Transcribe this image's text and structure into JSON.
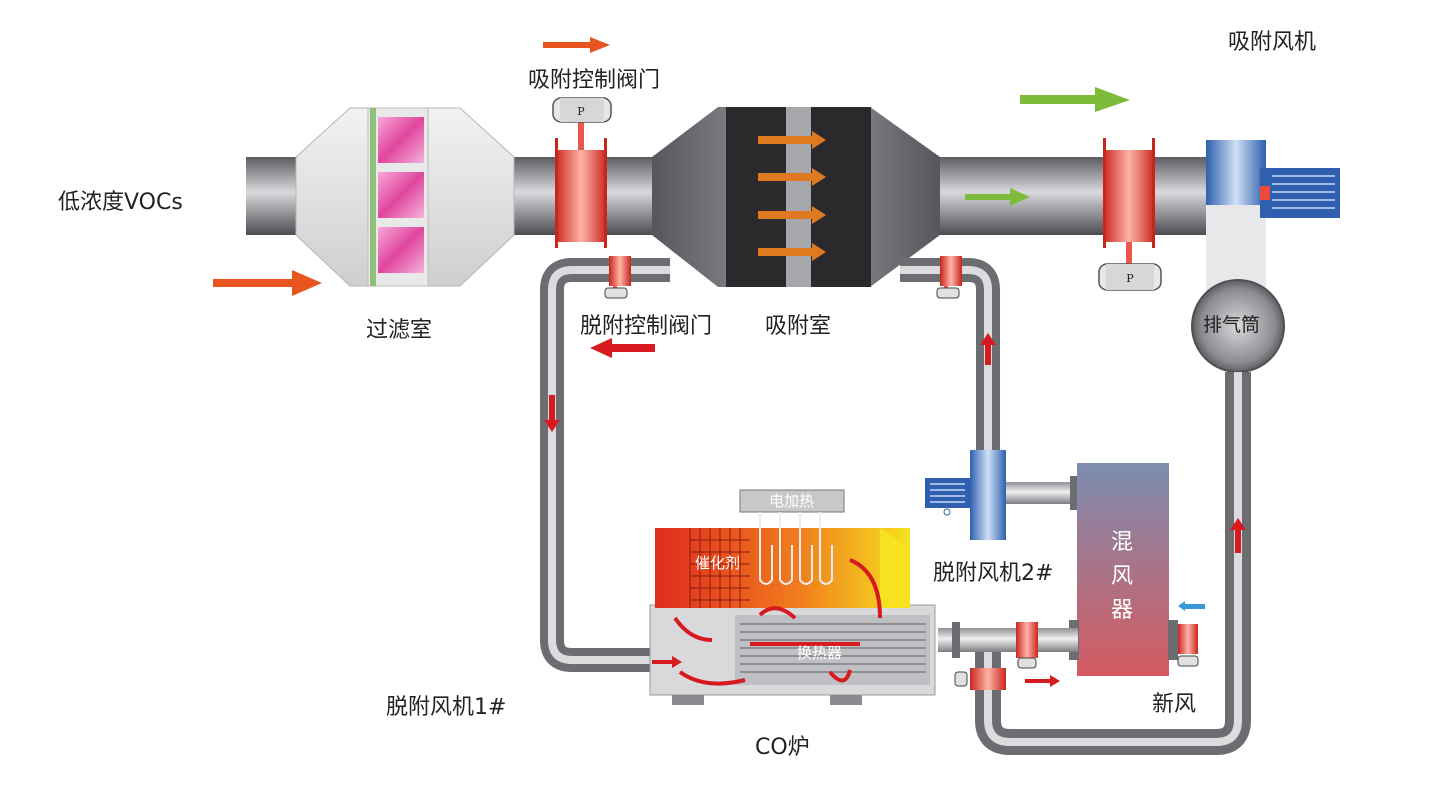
{
  "labels": {
    "voc_input": "低浓度VOCs",
    "filter_room": "过滤室",
    "adsorption_valve": "吸附控制阀门",
    "desorption_valve": "脱附控制阀门",
    "adsorption_room": "吸附室",
    "adsorption_fan": "吸附风机",
    "exhaust_stack": "排气筒",
    "electric_heating": "电加热",
    "catalyst": "催化剂",
    "heat_exchanger": "换热器",
    "desorption_fan_2": "脱附风机2#",
    "mixer_chars": [
      "混",
      "风",
      "器"
    ],
    "fresh_air": "新风",
    "desorption_fan_1": "脱附风机1#",
    "co_furnace": "CO炉",
    "valve_p": "P"
  },
  "colors": {
    "pipe_dark": "#6b6d72",
    "pipe_light": "#e4e4e6",
    "valve_red": "#ea4b3c",
    "arrow_orange": "#e8551e",
    "arrow_green": "#7dbb3a",
    "flow_red": "#d71920",
    "fan_blue": "#2f5fae",
    "fresh_blue": "#3a9ad9"
  }
}
